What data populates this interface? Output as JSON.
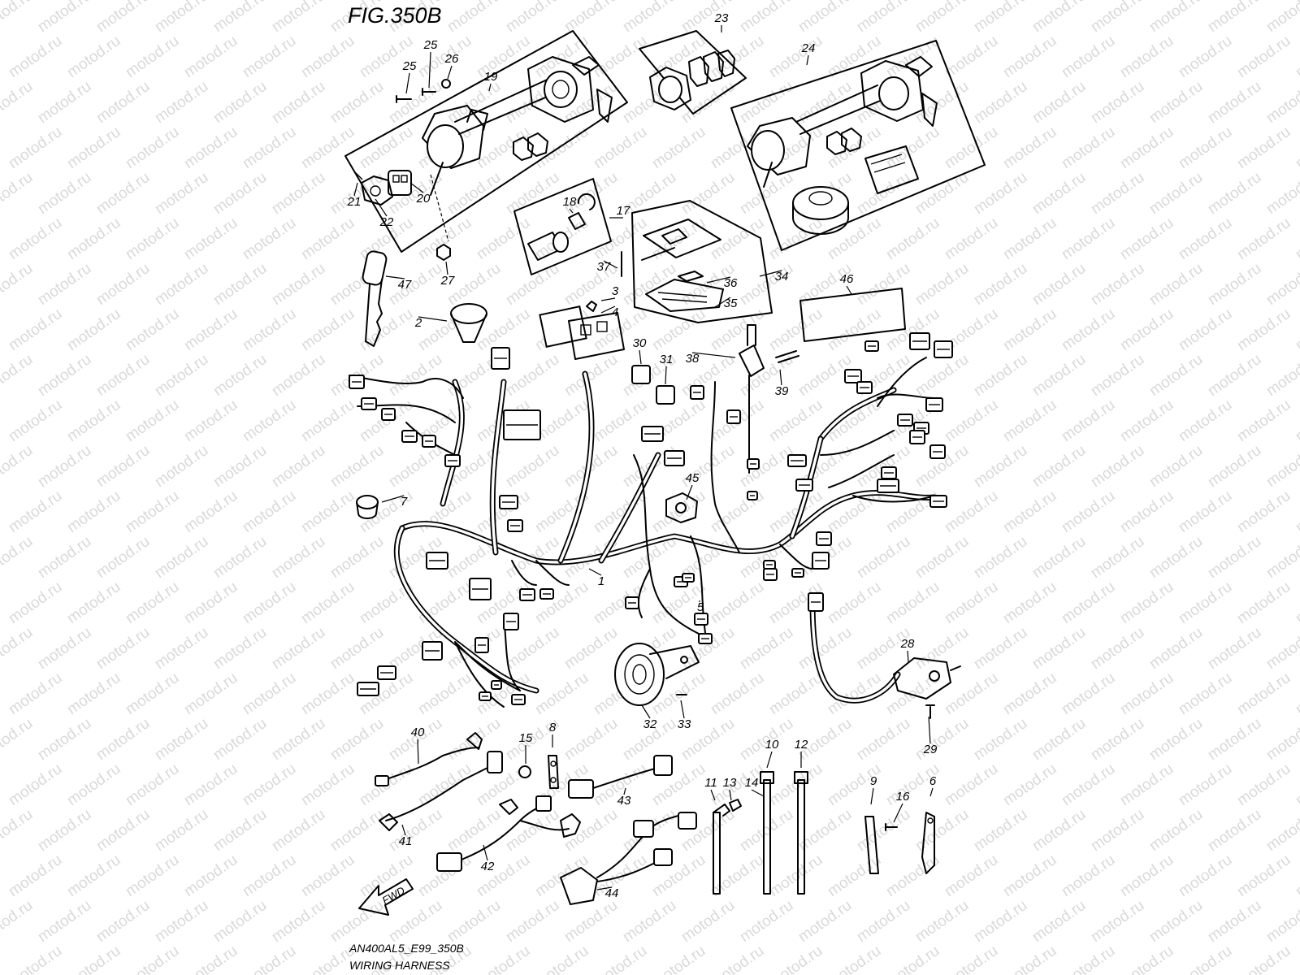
{
  "figure": {
    "title": "FIG.350B",
    "code": "AN400AL5_E99_350B",
    "caption": "WIRING HARNESS"
  },
  "watermark": {
    "text": "motod.ru"
  },
  "direction_arrow": {
    "label": "FWD"
  },
  "callouts": [
    "1",
    "2",
    "3",
    "4",
    "5",
    "6",
    "7",
    "8",
    "9",
    "10",
    "11",
    "12",
    "13",
    "14",
    "15",
    "16",
    "17",
    "18",
    "19",
    "20",
    "21",
    "22",
    "23",
    "24",
    "25",
    "25",
    "26",
    "27",
    "28",
    "29",
    "30",
    "31",
    "32",
    "33",
    "34",
    "35",
    "36",
    "37",
    "38",
    "39",
    "40",
    "41",
    "42",
    "43",
    "44",
    "45",
    "46",
    "47"
  ],
  "colors": {
    "ink": "#000000",
    "paper": "#ffffff",
    "watermark": "#d9d9d9"
  }
}
